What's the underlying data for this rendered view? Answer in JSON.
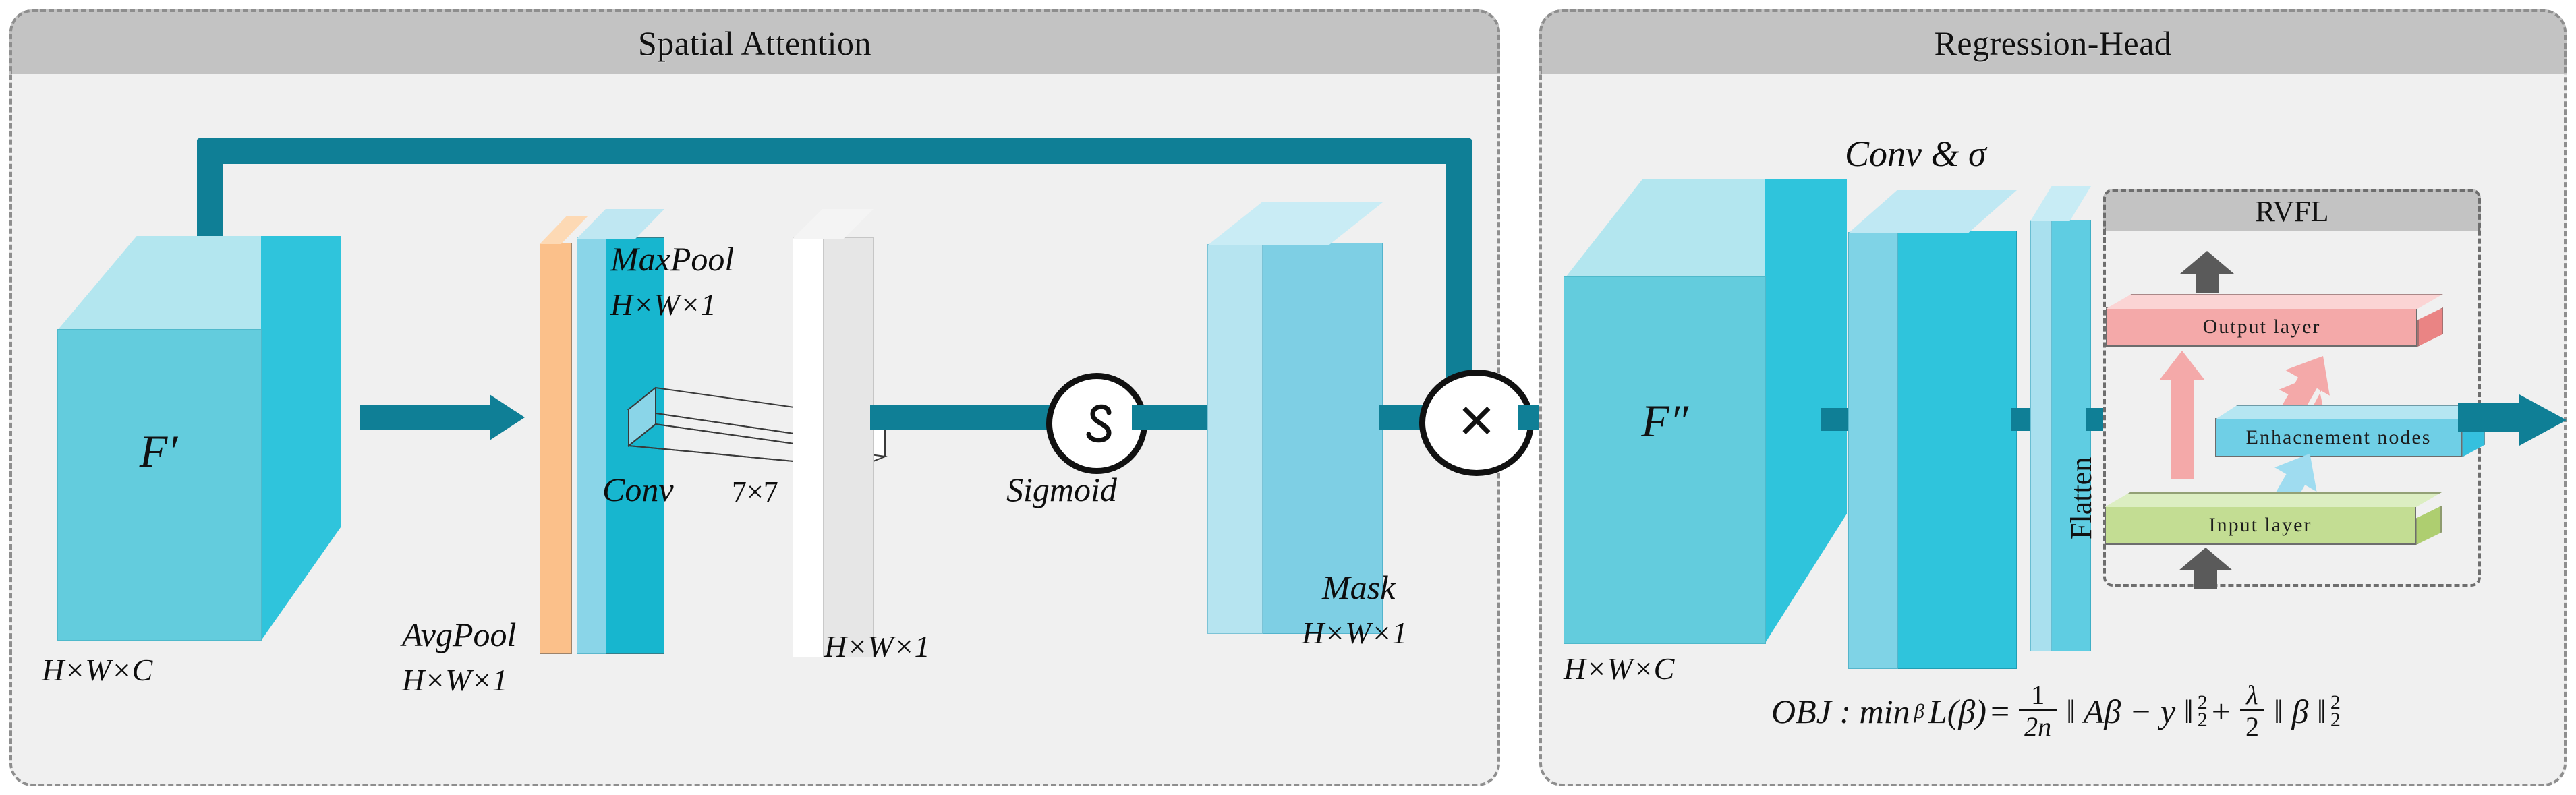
{
  "figure": {
    "background": "#ffffff",
    "accent_teal": "#0f7f96",
    "cube_cyan": "#63ccdd",
    "panel_fill": "#f0f0f0",
    "panel_header_fill": "#c3c3c3"
  },
  "panels": [
    {
      "id": "spatial-attention",
      "title": "Spatial Attention"
    },
    {
      "id": "regression-head",
      "title": "Regression-Head"
    }
  ],
  "spatial_attention": {
    "input_cube": {
      "label": "F′",
      "dims": "H×W×C"
    },
    "avgpool": {
      "label": "AvgPool",
      "dims": "H×W×1",
      "color": "#fbc08a"
    },
    "maxpool": {
      "label": "MaxPool",
      "dims": "H×W×1",
      "color": "#17b6cf"
    },
    "conv_kernel": {
      "label": "Conv",
      "size": "7×7"
    },
    "conv_output": {
      "dims": "H×W×1",
      "color": "#ffffff"
    },
    "sigmoid": {
      "label": "Sigmoid",
      "glyph": "sigmoid-curve-icon"
    },
    "mask": {
      "label": "Mask",
      "dims": "H×W×1",
      "color": "#8ad5e8"
    },
    "multiply": {
      "glyph": "✕",
      "name": "element-wise-multiply"
    }
  },
  "regression_head": {
    "feature_cube": {
      "label": "F″",
      "dims": "H×W×C"
    },
    "conv_sigma": {
      "label": "Conv & σ"
    },
    "flatten": {
      "label": "Flatten"
    },
    "rvfl": {
      "title": "RVFL",
      "input_layer": {
        "label": "Input layer",
        "color": "#c3dd93"
      },
      "enhancement_nodes": {
        "label": "Enhacnement nodes",
        "color": "#6fcfe6"
      },
      "output_layer": {
        "label": "Output layer",
        "color": "#f4a9a9"
      }
    },
    "objective": {
      "lhs": "OBJ : min",
      "lhs_sub": "β",
      "lhs_fn": "L(β)",
      "eq": "=",
      "frac1_num": "1",
      "frac1_den": "2n",
      "term1": "‖ Aβ − y ‖",
      "term1_sup": "2",
      "term1_sub": "2",
      "plus": "+",
      "frac2_num": "λ",
      "frac2_den": "2",
      "term2": "‖ β ‖",
      "term2_sup": "2",
      "term2_sub": "2"
    }
  },
  "chart_data": {
    "type": "diagram",
    "title": "Spatial Attention and Regression-Head network architecture",
    "nodes": [
      {
        "id": "F-prime",
        "label": "F′",
        "shape": "cube",
        "dims": "H×W×C"
      },
      {
        "id": "avgpool",
        "label": "AvgPool",
        "shape": "slab",
        "dims": "H×W×1"
      },
      {
        "id": "maxpool",
        "label": "MaxPool",
        "shape": "slab",
        "dims": "H×W×1"
      },
      {
        "id": "conv7x7",
        "label": "Conv 7×7",
        "shape": "wireframe-kernel"
      },
      {
        "id": "convout",
        "label": "H×W×1",
        "shape": "slab"
      },
      {
        "id": "sigmoid",
        "label": "Sigmoid",
        "shape": "circle-op"
      },
      {
        "id": "mask",
        "label": "Mask",
        "shape": "slab",
        "dims": "H×W×1"
      },
      {
        "id": "multiply",
        "label": "✕",
        "shape": "circle-op"
      },
      {
        "id": "F-double-prime",
        "label": "F″",
        "shape": "cube",
        "dims": "H×W×C"
      },
      {
        "id": "conv-sigma",
        "label": "Conv & σ",
        "shape": "slab"
      },
      {
        "id": "flatten",
        "label": "Flatten",
        "shape": "thin-slab"
      },
      {
        "id": "rvfl-input",
        "label": "Input layer",
        "shape": "bar3d"
      },
      {
        "id": "rvfl-enhancement",
        "label": "Enhacnement nodes",
        "shape": "bar3d"
      },
      {
        "id": "rvfl-output",
        "label": "Output layer",
        "shape": "bar3d"
      }
    ],
    "edges": [
      {
        "from": "F-prime",
        "to": "avgpool",
        "style": "solid-arrow"
      },
      {
        "from": "maxpool",
        "to": "sigmoid",
        "style": "solid-arrow"
      },
      {
        "from": "sigmoid",
        "to": "mask",
        "style": "solid-arrow"
      },
      {
        "from": "mask",
        "to": "multiply",
        "style": "solid-arrow"
      },
      {
        "from": "F-prime",
        "to": "multiply",
        "style": "skip-connection"
      },
      {
        "from": "multiply",
        "to": "F-double-prime",
        "style": "solid-arrow"
      },
      {
        "from": "F-double-prime",
        "to": "conv-sigma",
        "style": "solid-arrow"
      },
      {
        "from": "conv-sigma",
        "to": "flatten",
        "style": "solid-arrow"
      },
      {
        "from": "flatten",
        "to": "rvfl-input",
        "style": "solid-arrow"
      },
      {
        "from": "rvfl-input",
        "to": "rvfl-output",
        "style": "pink-arrow"
      },
      {
        "from": "rvfl-input",
        "to": "rvfl-enhancement",
        "style": "blue-arrow"
      },
      {
        "from": "rvfl-enhancement",
        "to": "rvfl-output",
        "style": "pink-arrow"
      },
      {
        "from": "rvfl-output",
        "to": "out",
        "style": "gray-arrow"
      }
    ]
  }
}
